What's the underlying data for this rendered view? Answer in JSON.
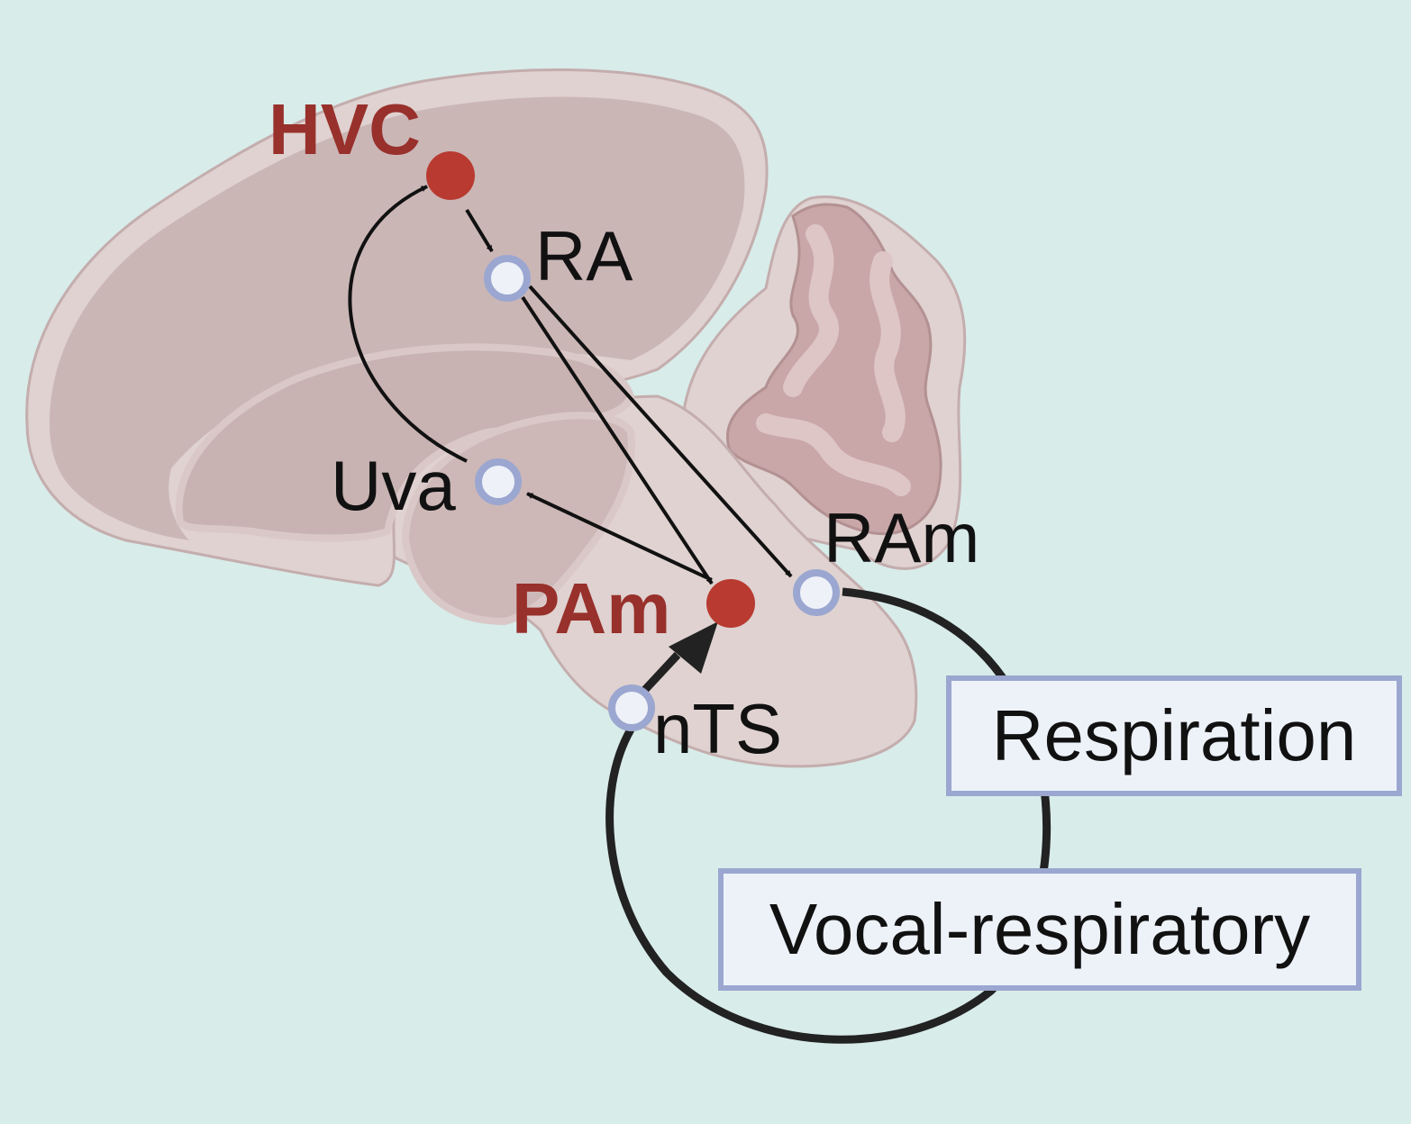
{
  "nuclei": {
    "hvc": {
      "label": "HVC",
      "type": "key"
    },
    "ra": {
      "label": "RA",
      "type": "plain"
    },
    "uva": {
      "label": "Uva",
      "type": "plain"
    },
    "pam": {
      "label": "PAm",
      "type": "key"
    },
    "ram": {
      "label": "RAm",
      "type": "plain"
    },
    "nts": {
      "label": "nTS",
      "type": "plain"
    }
  },
  "boxes": {
    "respiration": "Respiration",
    "vocal_respiratory": "Vocal-respiratory"
  },
  "colors": {
    "background": "#d8ecea",
    "brain_outer": "#dfd2d0",
    "brain_inner": "#cbb6b6",
    "key_nucleus": "#b83a30",
    "key_label": "#98302b",
    "open_nucleus_stroke": "#9ba7d0",
    "open_nucleus_fill": "#eef1f8",
    "box_border": "#9ba7d0",
    "box_fill": "#edf2f9"
  }
}
